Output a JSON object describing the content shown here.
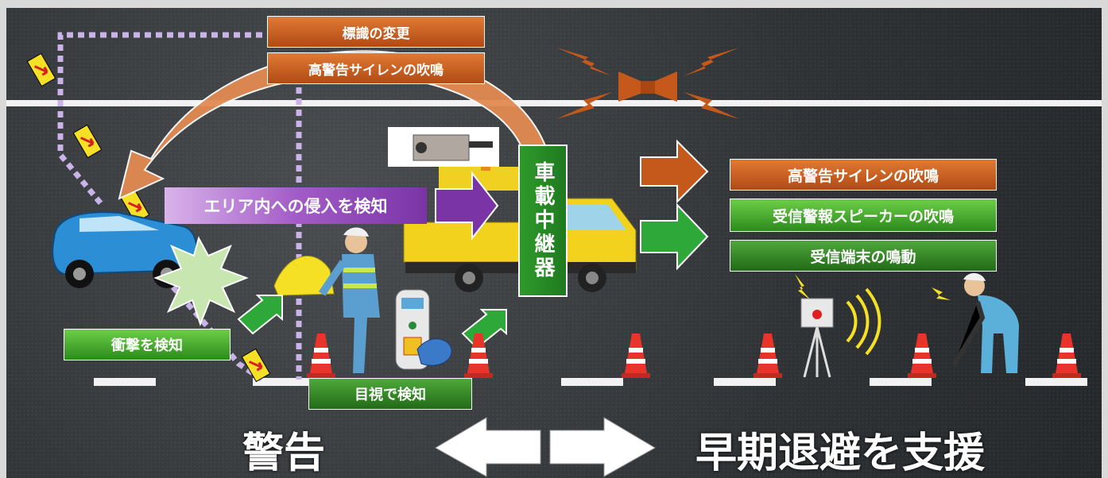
{
  "labels": {
    "sign_change": "標識の変更",
    "siren_top": "高警告サイレンの吹鳴",
    "intrusion": "エリア内への侵入を検知",
    "relay": "車載中継器",
    "siren_right": "高警告サイレンの吹鳴",
    "speaker": "受信警報スピーカーの吹鳴",
    "terminal": "受信端末の鳴動",
    "impact": "衝撃を検知",
    "visual": "目視で検知"
  },
  "bottom": {
    "warning": "警告",
    "evacuation": "早期退避を支援"
  },
  "colors": {
    "orange": "#c0551e",
    "green": "#3ea52b",
    "purple": "#8a3fb5",
    "road": "#35383b",
    "cone": "#e8342a",
    "car": "#2c8fd6",
    "truck": "#f2d21c"
  },
  "icons": [
    "car-icon",
    "truck-icon",
    "worker-flag-icon",
    "transmitter-icon",
    "speaker-icon",
    "worker-drill-icon",
    "cone-icon",
    "siren-icon",
    "sign-icon"
  ]
}
